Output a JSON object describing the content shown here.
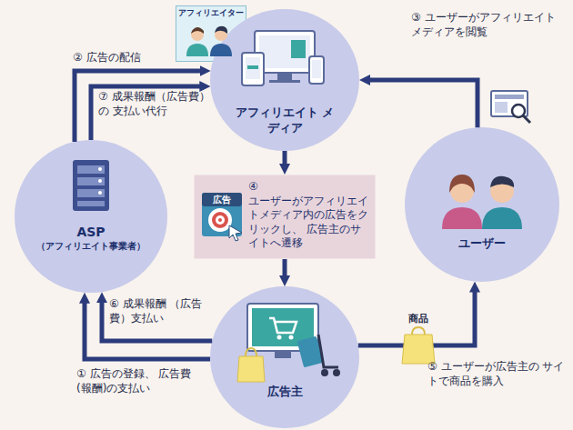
{
  "diagram": {
    "nodes": [
      {
        "text": [
          "アフィリエイター"
        ]
      },
      {
        "text": [
          "アフィリエイト メディア"
        ]
      },
      {
        "text": [
          "ASP",
          "（アフィリエイト事業者）"
        ]
      },
      {
        "text": [
          "④",
          "ユーザーがアフィリエイトメディア内の広告をクリックし、 広告主のサイトへ遷移"
        ]
      },
      {
        "text": [
          "ユーザー"
        ]
      },
      {
        "text": [
          "広告主"
        ]
      }
    ],
    "edges": [
      {
        "from": 2,
        "to": 1,
        "label": "② 広告の配信",
        "arrow": "to"
      },
      {
        "from": 2,
        "to": 1,
        "label": "⑦ 成果報酬（広告費）の 支払い代行",
        "arrow": "to"
      },
      {
        "from": 4,
        "to": 1,
        "label": "③ ユーザーがアフィリエイト メディアを閲覧",
        "arrow": "to"
      },
      {
        "from": 1,
        "to": 3,
        "arrow": "to"
      },
      {
        "from": 3,
        "to": 5,
        "arrow": "to"
      },
      {
        "from": 5,
        "to": 2,
        "label": "⑥ 成果報酬 （広告費）支払い",
        "arrow": "to"
      },
      {
        "from": 5,
        "to": 2,
        "label": "① 広告の登録、 広告費(報酬)の支払い",
        "arrow": "to"
      },
      {
        "from": 5,
        "to": 4,
        "label": "⑤ ユーザーが広告主の サイトで商品を購入",
        "arrow": "to"
      }
    ],
    "labels": [
      "広告",
      "商品"
    ]
  }
}
